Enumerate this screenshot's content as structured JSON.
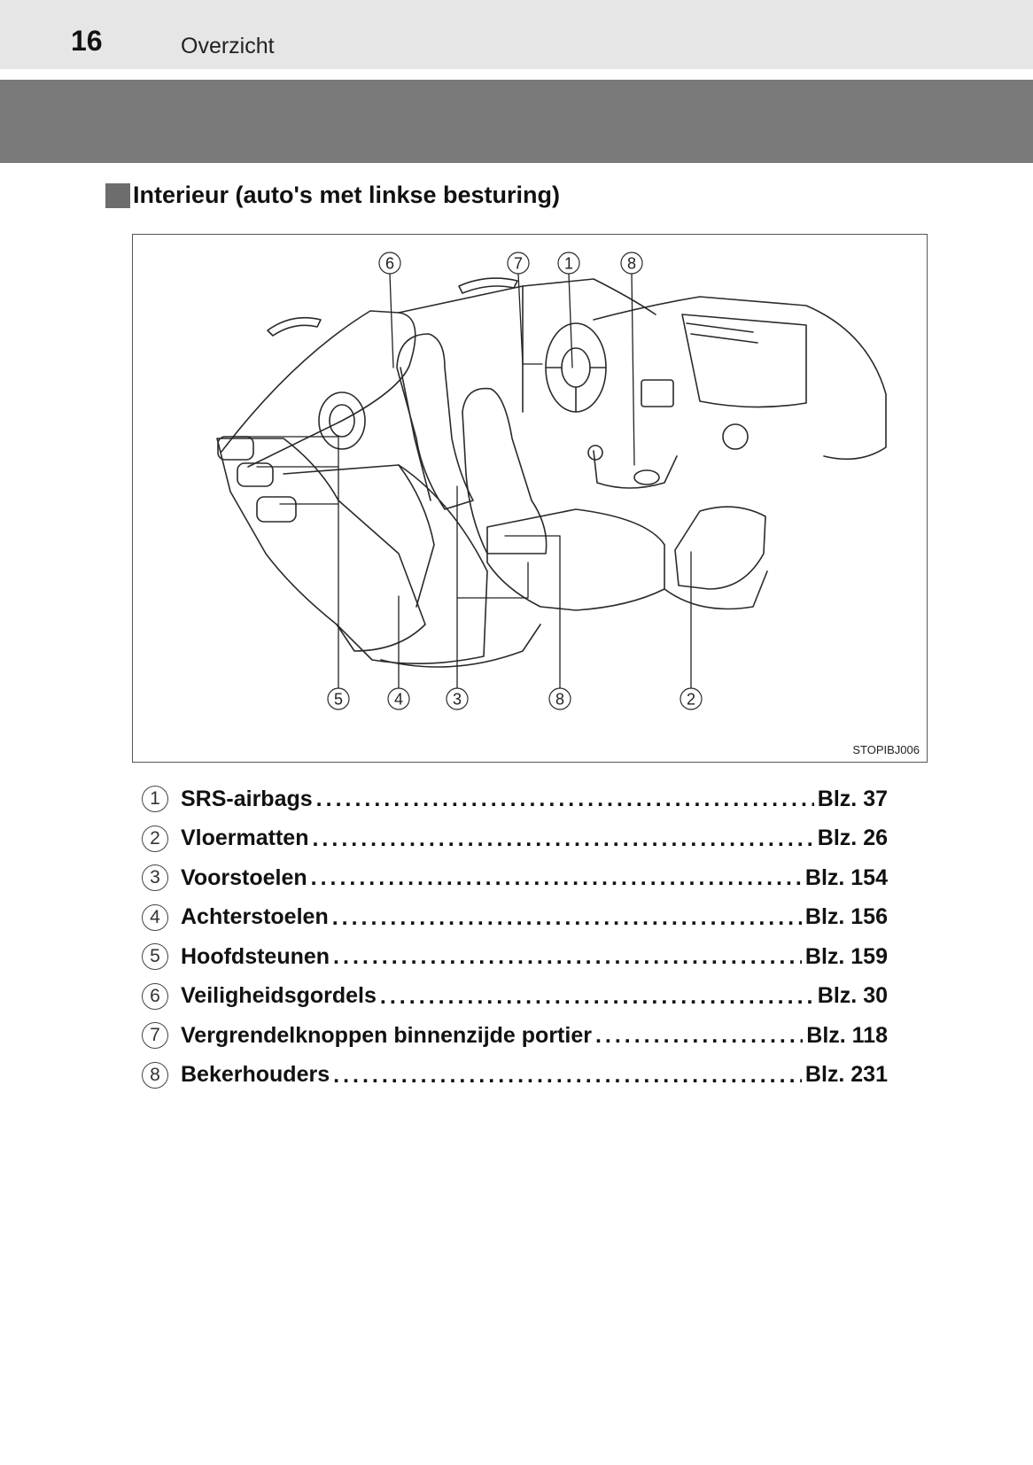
{
  "header": {
    "page_number": "16",
    "section": "Overzicht"
  },
  "heading": "Interieur (auto's met linkse besturing)",
  "figure": {
    "code": "STOPIBJ006",
    "callouts_top": [
      "6",
      "7",
      "1",
      "8"
    ],
    "callouts_bottom": [
      "5",
      "4",
      "3",
      "8",
      "2"
    ]
  },
  "items": [
    {
      "num": "1",
      "label": "SRS-airbags",
      "page": "Blz. 37"
    },
    {
      "num": "2",
      "label": "Vloermatten",
      "page": "Blz. 26"
    },
    {
      "num": "3",
      "label": "Voorstoelen",
      "page": "Blz. 154"
    },
    {
      "num": "4",
      "label": "Achterstoelen",
      "page": "Blz. 156"
    },
    {
      "num": "5",
      "label": "Hoofdsteunen",
      "page": "Blz. 159"
    },
    {
      "num": "6",
      "label": "Veiligheidsgordels",
      "page": "Blz. 30"
    },
    {
      "num": "7",
      "label": "Vergrendelknoppen binnenzijde portier",
      "page": "Blz. 118"
    },
    {
      "num": "8",
      "label": "Bekerhouders",
      "page": "Blz. 231"
    }
  ]
}
